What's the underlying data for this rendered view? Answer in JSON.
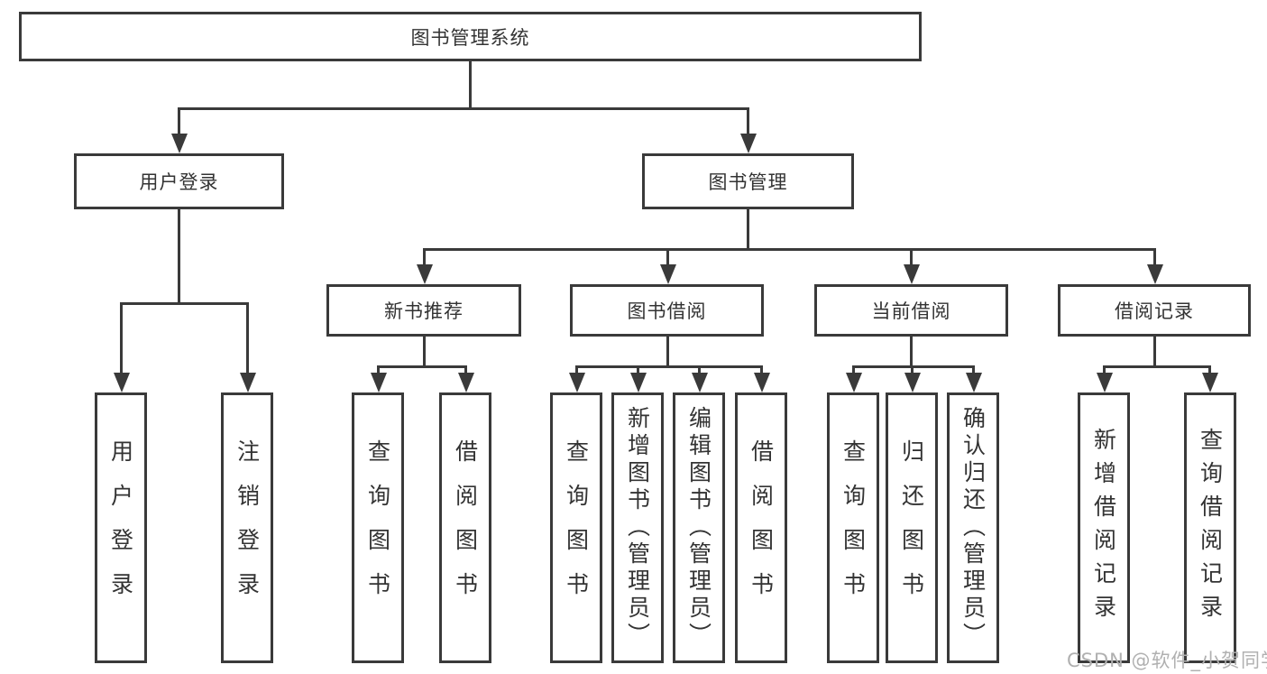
{
  "diagram": {
    "type": "hierarchy-tree",
    "title": "图书管理系统",
    "watermark": "CSDN @软件_小贺同学",
    "colors": {
      "background": "#ffffff",
      "box_border": "#3a3a3a",
      "connector": "#3a3a3a",
      "text": "#333333",
      "watermark": "#b0b0b0"
    },
    "nodes": {
      "root": {
        "label": "图书管理系统"
      },
      "user_login": {
        "label": "用户登录"
      },
      "book_mgmt": {
        "label": "图书管理"
      },
      "new_book_rec": {
        "label": "新书推荐"
      },
      "book_borrow": {
        "label": "图书借阅"
      },
      "current_borrow": {
        "label": "当前借阅"
      },
      "borrow_record": {
        "label": "借阅记录"
      },
      "leaf_user_login": {
        "label": "用户登录"
      },
      "leaf_logout": {
        "label": "注销登录"
      },
      "leaf_rec_query": {
        "label": "查询图书"
      },
      "leaf_rec_borrow": {
        "label": "借阅图书"
      },
      "leaf_bb_query": {
        "label": "查询图书"
      },
      "leaf_bb_add": {
        "label": "新增图书（管理员）"
      },
      "leaf_bb_edit": {
        "label": "编辑图书（管理员）"
      },
      "leaf_bb_borrow": {
        "label": "借阅图书"
      },
      "leaf_cb_query": {
        "label": "查询图书"
      },
      "leaf_cb_return": {
        "label": "归还图书"
      },
      "leaf_cb_confirm": {
        "label": "确认归还（管理员）"
      },
      "leaf_br_add": {
        "label": "新增借阅记录"
      },
      "leaf_br_query": {
        "label": "查询借阅记录"
      }
    },
    "hierarchy": {
      "图书管理系统": [
        "用户登录",
        "图书管理"
      ],
      "用户登录": [
        "用户登录",
        "注销登录"
      ],
      "图书管理": [
        "新书推荐",
        "图书借阅",
        "当前借阅",
        "借阅记录"
      ],
      "新书推荐": [
        "查询图书",
        "借阅图书"
      ],
      "图书借阅": [
        "查询图书",
        "新增图书（管理员）",
        "编辑图书（管理员）",
        "借阅图书"
      ],
      "当前借阅": [
        "查询图书",
        "归还图书",
        "确认归还（管理员）"
      ],
      "借阅记录": [
        "新增借阅记录",
        "查询借阅记录"
      ]
    }
  }
}
